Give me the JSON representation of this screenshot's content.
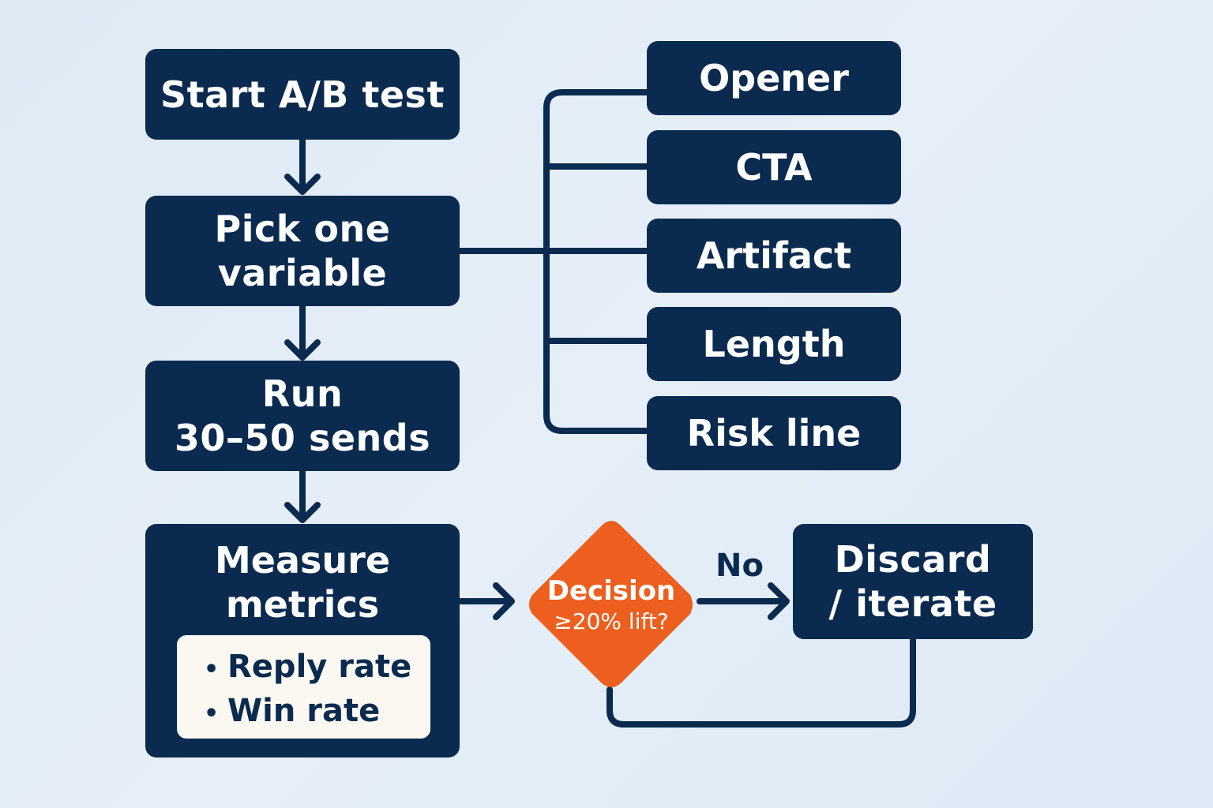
{
  "nodes": {
    "start": "Start A/B test",
    "pick": "Pick one\nvariable",
    "run": "Run\n30–50 sends",
    "measure": "Measure\nmetrics",
    "discard": "Discard\n/ iterate"
  },
  "variables": [
    "Opener",
    "CTA",
    "Artifact",
    "Length",
    "Risk line"
  ],
  "metrics": [
    "Reply rate",
    "Win rate"
  ],
  "decision": {
    "title": "Decision",
    "question": "≥20% lift?"
  },
  "edges": {
    "no_label": "No"
  },
  "colors": {
    "node_fill": "#0b2a4f",
    "decision_fill": "#ec5f1e",
    "metrics_panel": "#fbf8f1",
    "line": "#0b2a4f",
    "background": "#e2ecf6"
  }
}
